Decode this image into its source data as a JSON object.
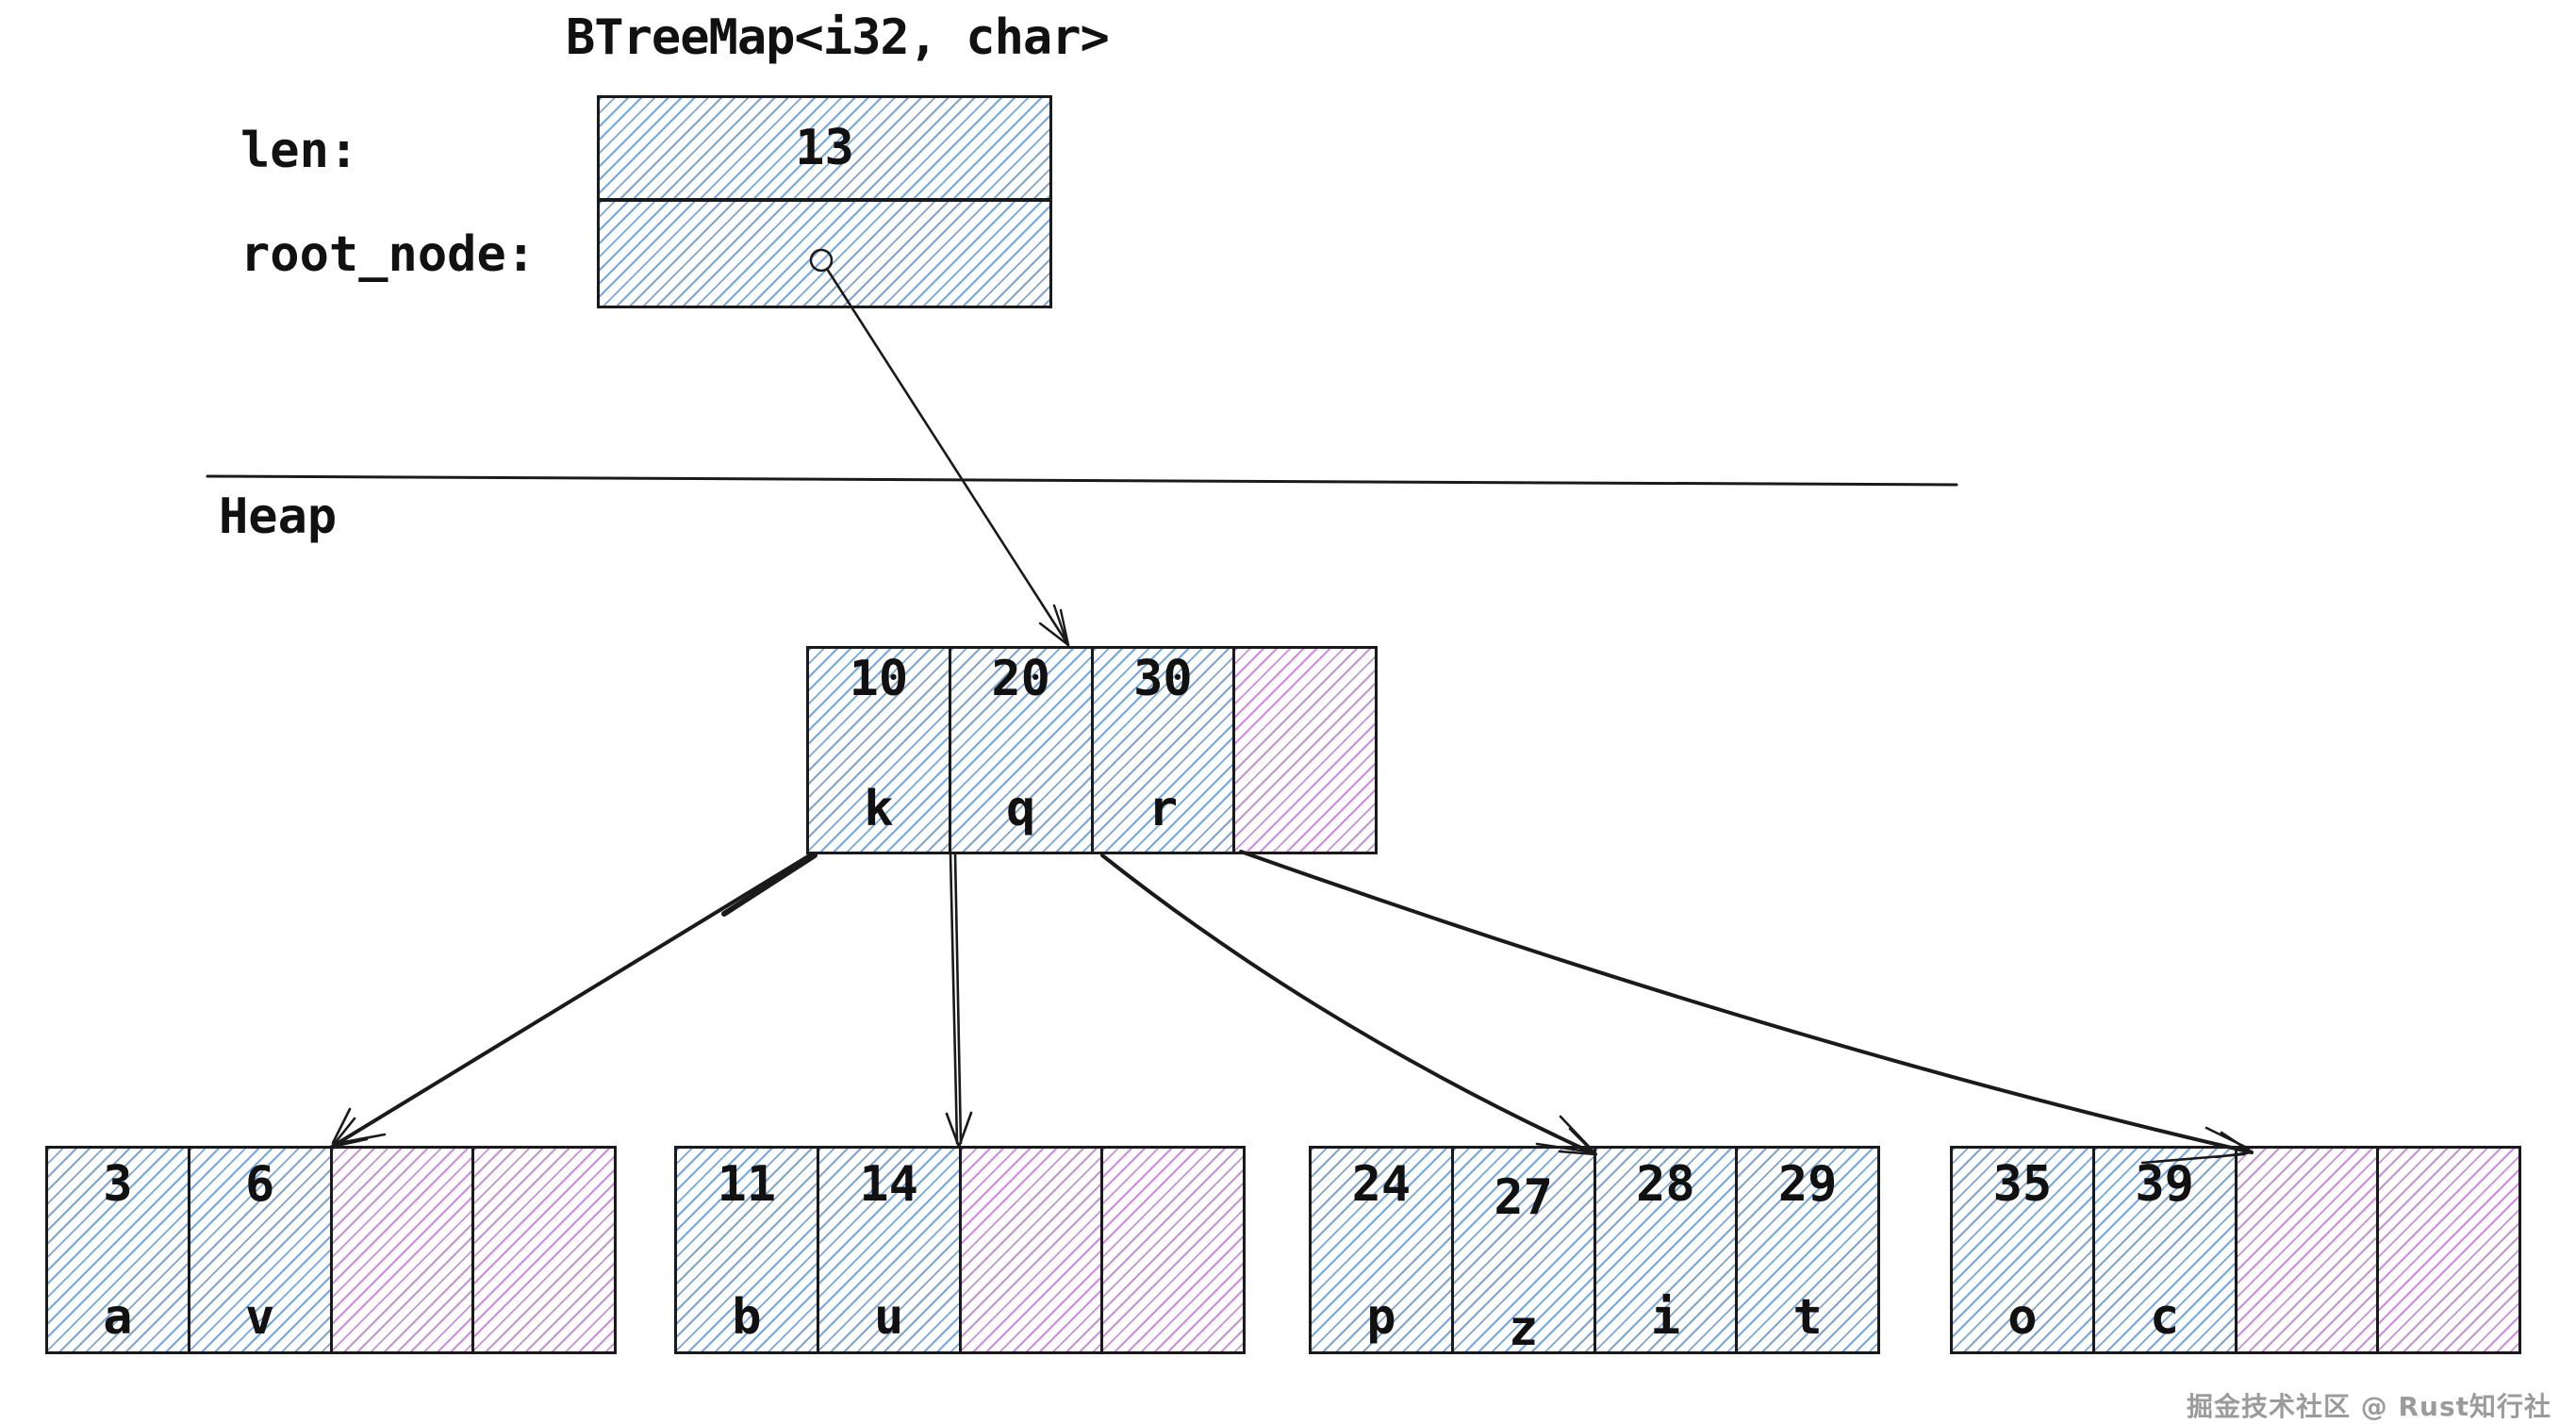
{
  "title": "BTreeMap<i32, char>",
  "struct_box": {
    "len_label": "len:",
    "len_value": "13",
    "root_label": "root_node:"
  },
  "heap_label": "Heap",
  "root_node": {
    "cells": [
      {
        "key": "10",
        "value": "k",
        "state": "occupied"
      },
      {
        "key": "20",
        "value": "q",
        "state": "occupied"
      },
      {
        "key": "30",
        "value": "r",
        "state": "occupied"
      },
      {
        "state": "empty"
      }
    ]
  },
  "leaves": [
    {
      "cells": [
        {
          "key": "3",
          "value": "a",
          "state": "occupied"
        },
        {
          "key": "6",
          "value": "v",
          "state": "occupied"
        },
        {
          "state": "empty"
        },
        {
          "state": "empty"
        }
      ]
    },
    {
      "cells": [
        {
          "key": "11",
          "value": "b",
          "state": "occupied"
        },
        {
          "key": "14",
          "value": "u",
          "state": "occupied"
        },
        {
          "state": "empty"
        },
        {
          "state": "empty"
        }
      ]
    },
    {
      "cells": [
        {
          "key": "24",
          "value": "p",
          "state": "occupied"
        },
        {
          "key": "27",
          "value": "z",
          "state": "occupied"
        },
        {
          "key": "28",
          "value": "i",
          "state": "occupied"
        },
        {
          "key": "29",
          "value": "t",
          "state": "occupied"
        }
      ]
    },
    {
      "cells": [
        {
          "key": "35",
          "value": "o",
          "state": "occupied"
        },
        {
          "key": "39",
          "value": "c",
          "state": "occupied"
        },
        {
          "state": "empty"
        },
        {
          "state": "empty"
        }
      ]
    }
  ],
  "edges": [
    {
      "from": "struct.root_node",
      "to": "root-node"
    },
    {
      "from": "root-node.edge-0",
      "to": "leaf-0"
    },
    {
      "from": "root-node.edge-1",
      "to": "leaf-1"
    },
    {
      "from": "root-node.edge-2",
      "to": "leaf-2"
    },
    {
      "from": "root-node.edge-3",
      "to": "leaf-3"
    }
  ],
  "watermark": "掘金技术社区 @ Rust知行社",
  "colors": {
    "hatch_blue": "#7aa6d8",
    "hatch_pink": "#c98fd8",
    "line": "#1a1a1a",
    "wm": "#9b9b9b"
  }
}
